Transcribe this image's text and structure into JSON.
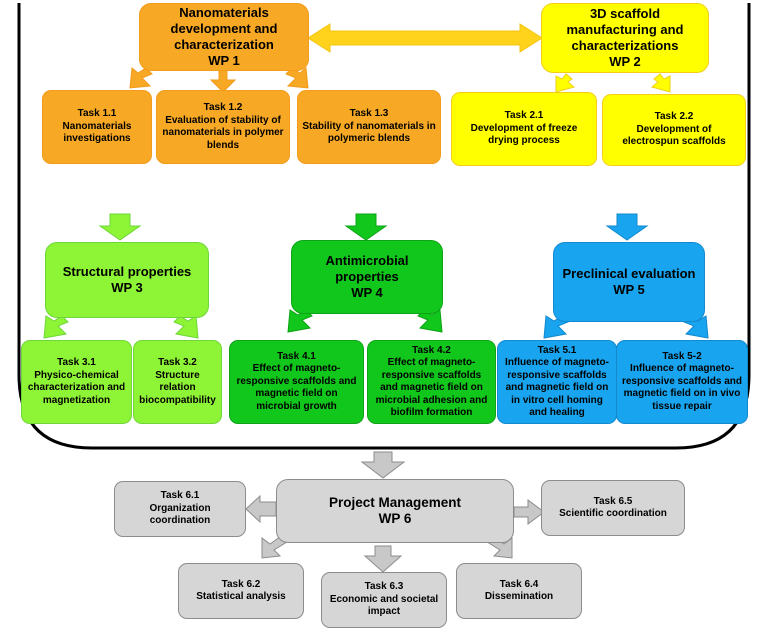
{
  "colors": {
    "orange": "#f7a825",
    "yellow": "#ffff00",
    "light_green": "#8ef436",
    "green": "#12c71b",
    "blue": "#18a4ee",
    "grey": "#d6d6d6"
  },
  "wp1": {
    "title": "Nanomaterials development and characterization",
    "code": "WP 1",
    "tasks": [
      {
        "id": "Task 1.1",
        "text": "Nanomaterials investigations"
      },
      {
        "id": "Task 1.2",
        "text": "Evaluation of stability of nanomaterials in polymer blends"
      },
      {
        "id": "Task 1.3",
        "text": "Stability of nanomaterials in polymeric blends"
      }
    ]
  },
  "wp2": {
    "title": "3D scaffold manufacturing and characterizations",
    "code": "WP 2",
    "tasks": [
      {
        "id": "Task 2.1",
        "text": "Development of freeze drying process"
      },
      {
        "id": "Task 2.2",
        "text": "Development of electrospun scaffolds"
      }
    ]
  },
  "wp3": {
    "title": "Structural properties",
    "code": "WP 3",
    "tasks": [
      {
        "id": "Task 3.1",
        "text": "Physico-chemical characterization and magnetization"
      },
      {
        "id": "Task 3.2",
        "text": "Structure relation biocompatibility"
      }
    ]
  },
  "wp4": {
    "title": "Antimicrobial properties",
    "code": "WP 4",
    "tasks": [
      {
        "id": "Task 4.1",
        "text": "Effect of magneto-responsive scaffolds and magnetic field on microbial growth"
      },
      {
        "id": "Task 4.2",
        "text": "Effect of magneto-responsive scaffolds and magnetic field on microbial adhesion and biofilm formation"
      }
    ]
  },
  "wp5": {
    "title": "Preclinical evaluation",
    "code": "WP 5",
    "tasks": [
      {
        "id": "Task 5.1",
        "text": "Influence of magneto-responsive scaffolds and magnetic field on in vitro cell homing and healing"
      },
      {
        "id": "Task 5-2",
        "text": "Influence of magneto-responsive scaffolds and magnetic field on in vivo tissue repair"
      }
    ]
  },
  "wp6": {
    "title": "Project Management",
    "code": "WP 6",
    "tasks": [
      {
        "id": "Task 6.1",
        "text": "Organization coordination"
      },
      {
        "id": "Task 6.2",
        "text": "Statistical analysis"
      },
      {
        "id": "Task 6.3",
        "text": "Economic and societal impact"
      },
      {
        "id": "Task 6.4",
        "text": "Dissemination"
      },
      {
        "id": "Task 6.5",
        "text": "Scientific coordination"
      }
    ]
  }
}
